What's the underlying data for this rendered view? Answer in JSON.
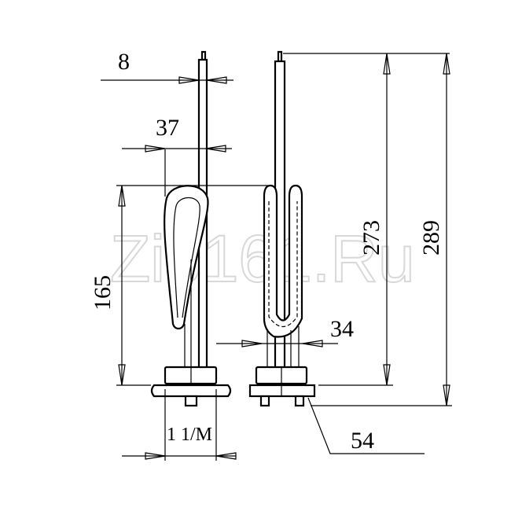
{
  "watermark": "Zip161.Ru",
  "dimensions": {
    "rod_diameter": "8",
    "loop_width": "37",
    "loop_length": "165",
    "heating_length": "273",
    "total_length": "289",
    "element_width": "34",
    "flange_size": "54",
    "thread": "1 1/M"
  }
}
